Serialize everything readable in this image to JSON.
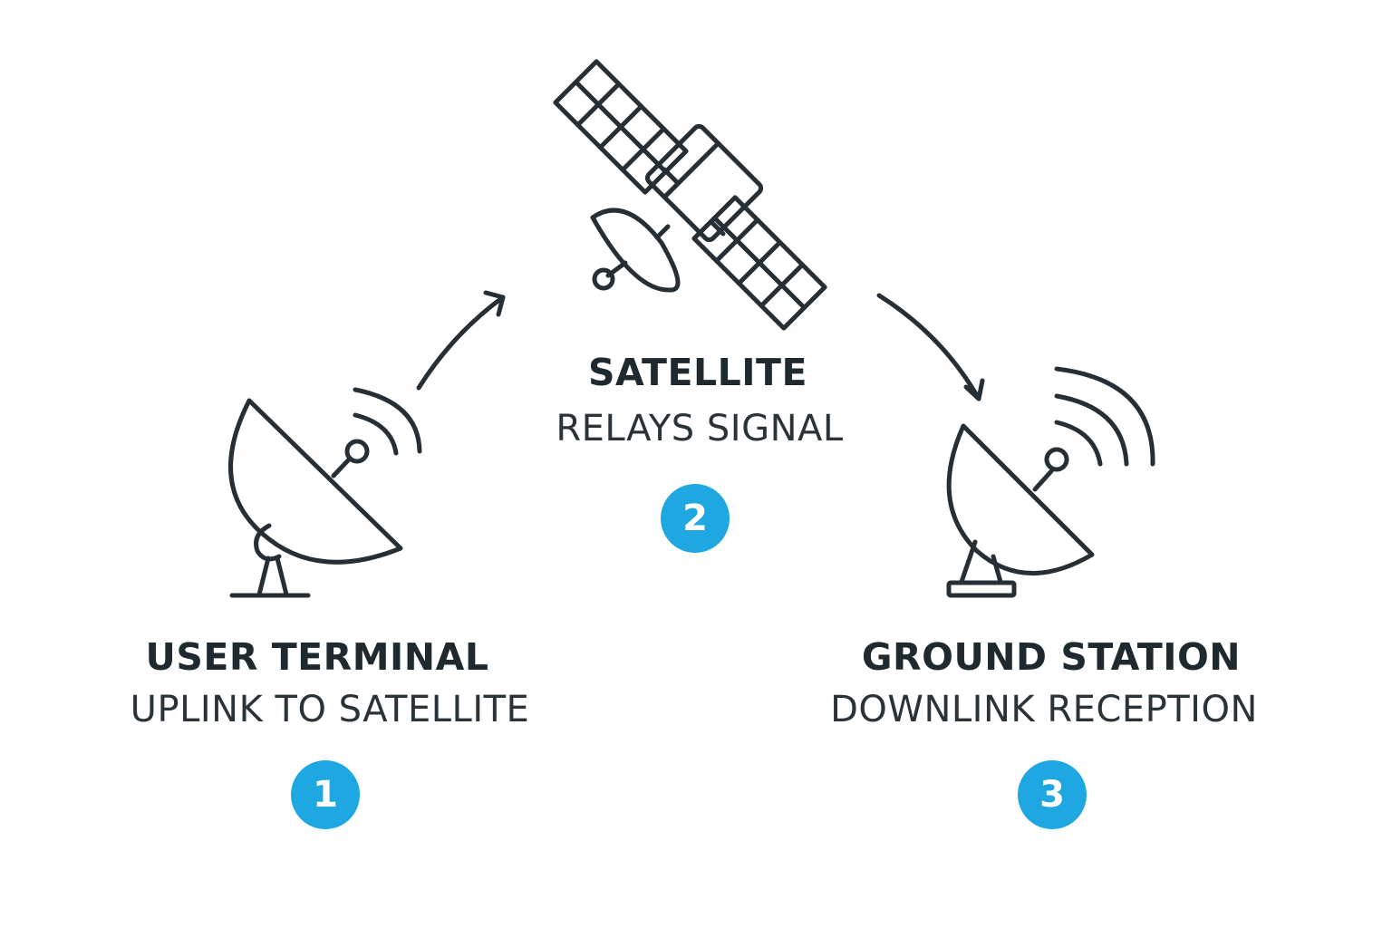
{
  "theme": {
    "accent": "#1ea7e1",
    "ink": "#252f35"
  },
  "steps": [
    {
      "title": "USER TERMINAL",
      "subtitle": "UPLINK TO SATELLITE",
      "number": "1",
      "icon": "satellite-dish-icon"
    },
    {
      "title": "SATELLITE",
      "subtitle": "RELAYS SIGNAL",
      "number": "2",
      "icon": "satellite-icon"
    },
    {
      "title": "GROUND STATION",
      "subtitle": "DOWNLINK RECEPTION",
      "number": "3",
      "icon": "ground-station-dish-icon"
    }
  ]
}
